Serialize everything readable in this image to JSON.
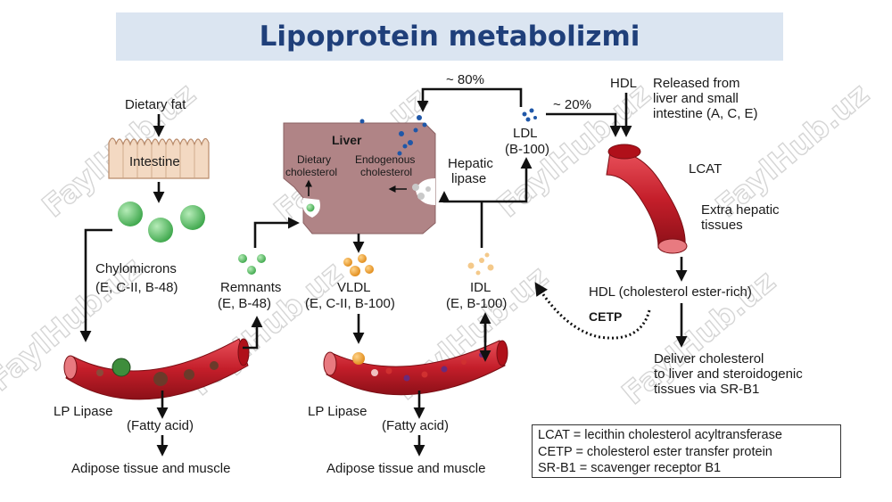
{
  "title": "Lipoprotein metabolizmi",
  "watermark": "FaylHub.uz",
  "labels": {
    "dietary_fat": "Dietary fat",
    "intestine": "Intestine",
    "chylomicrons": "Chylomicrons",
    "chylomicrons_apo": "(E, C-II, B-48)",
    "lp_lipase_left": "LP Lipase",
    "fatty_acid_left": "(Fatty acid)",
    "adipose_left": "Adipose tissue and muscle",
    "remnants": "Remnants",
    "remnants_apo": "(E, B-48)",
    "liver": "Liver",
    "dietary_cholesterol_1": "Dietary",
    "dietary_cholesterol_2": "cholesterol",
    "endogenous_cholesterol_1": "Endogenous",
    "endogenous_cholesterol_2": "cholesterol",
    "vldl": "VLDL",
    "vldl_apo": "(E, C-II, B-100)",
    "lp_lipase_mid": "LP Lipase",
    "fatty_acid_mid": "(Fatty acid)",
    "adipose_mid": "Adipose tissue and muscle",
    "idl": "IDL",
    "idl_apo": "(E, B-100)",
    "ldl": "LDL",
    "ldl_apo": "(B-100)",
    "pct_80": "~ 80%",
    "pct_20": "~ 20%",
    "hepatic_lipase_1": "Hepatic",
    "hepatic_lipase_2": "lipase",
    "hdl": "HDL",
    "released_1": "Released from",
    "released_2": "liver and small",
    "released_3": "intestine (A, C, E)",
    "lcat": "LCAT",
    "extra_hepatic_1": "Extra hepatic",
    "extra_hepatic_2": "tissues",
    "hdl_ester": "HDL (cholesterol ester-rich)",
    "cetp": "CETP",
    "deliver_1": "Deliver cholesterol",
    "deliver_2": "to liver and steroidogenic",
    "deliver_3": "tissues via SR-B1"
  },
  "legend": [
    "LCAT = lecithin cholesterol acyltransferase",
    "CETP = cholesterol ester transfer protein",
    "SR-B1 = scavenger receptor B1"
  ],
  "colors": {
    "title_bg": "#dbe5f1",
    "title_text": "#1f3f7a",
    "vessel": "#c8202a",
    "liver": "#b58a8c",
    "chylomicron": "#5ebf6a",
    "vldl": "#f0a030",
    "ldl": "#1f57a8"
  }
}
